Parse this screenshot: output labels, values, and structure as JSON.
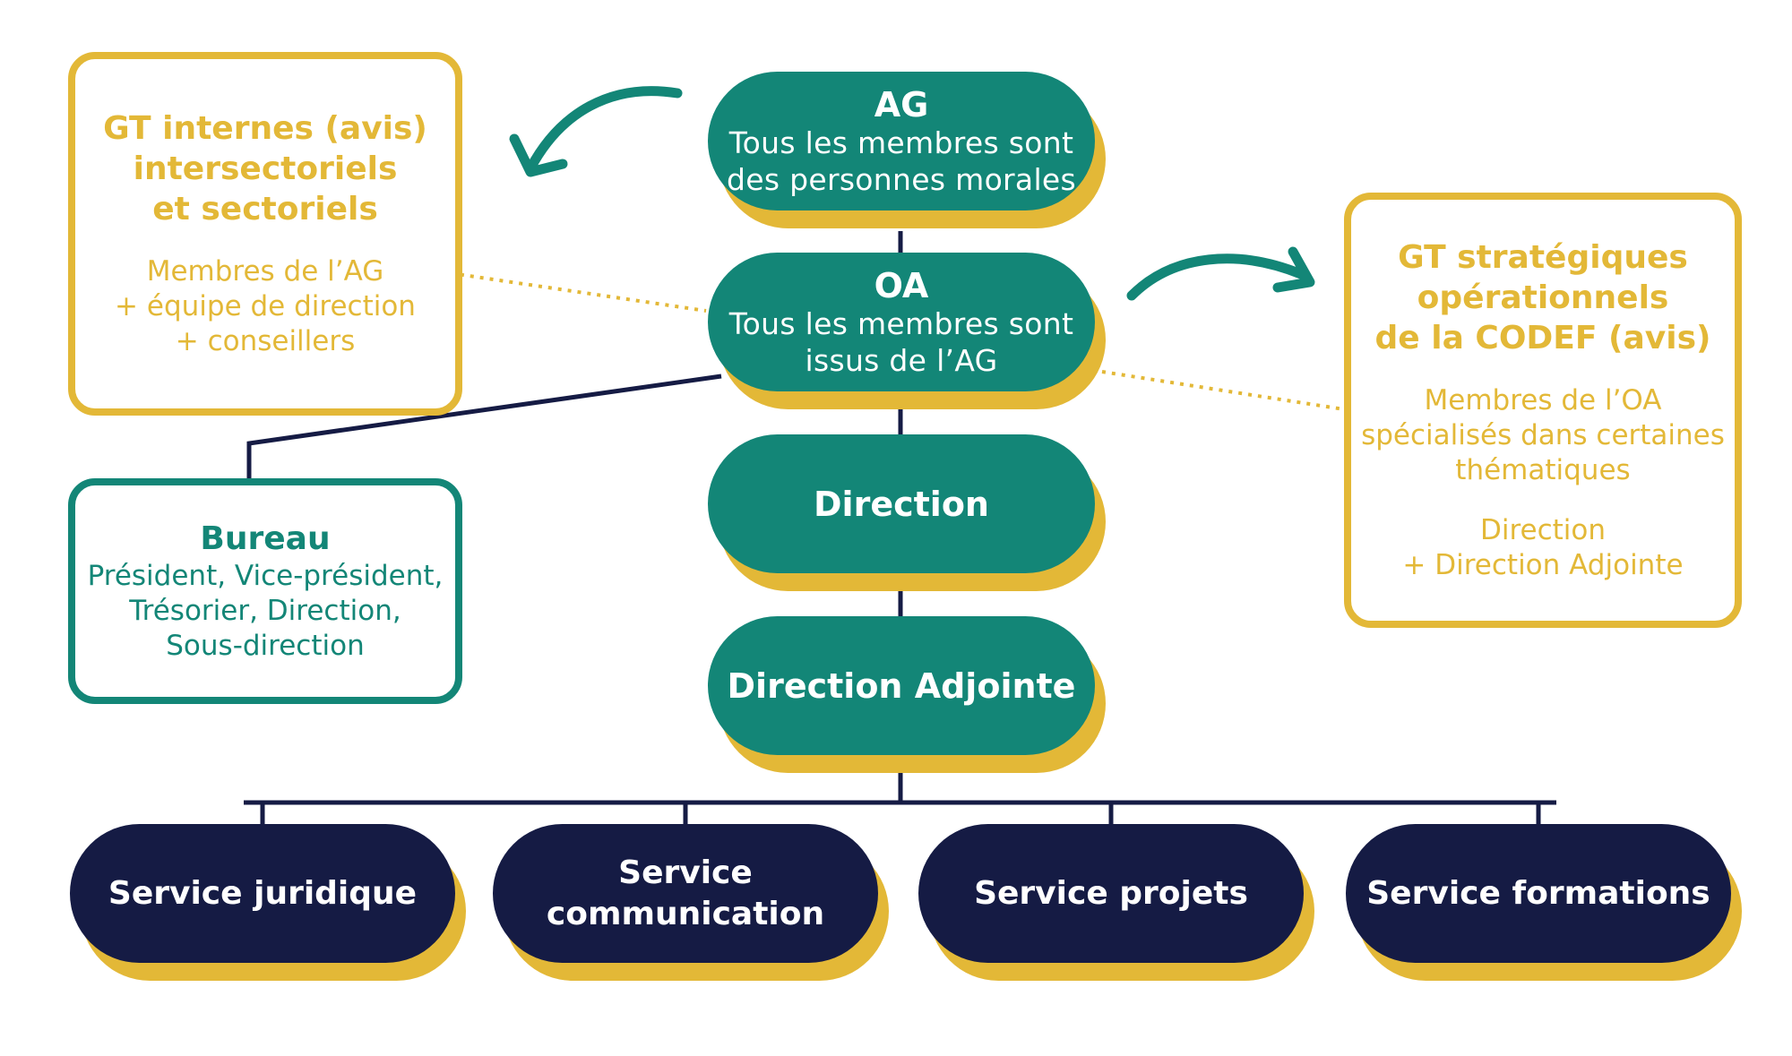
{
  "colors": {
    "teal": "#138677",
    "navy": "#151b44",
    "gold": "#e3b837"
  },
  "nodes": {
    "ag": {
      "title": "AG",
      "lines": [
        "Tous les membres sont",
        "des personnes morales"
      ]
    },
    "oa": {
      "title": "OA",
      "lines": [
        "Tous les membres sont",
        "issus de l’AG"
      ]
    },
    "direction": {
      "title": "Direction"
    },
    "direction_adjointe": {
      "title": "Direction Adjointe"
    }
  },
  "gt_internes": {
    "title": [
      "GT internes (avis)",
      "intersectoriels",
      "et sectoriels"
    ],
    "members": [
      "Membres de l’AG",
      "+ équipe de direction",
      "+ conseillers"
    ]
  },
  "gt_strategiques": {
    "title": [
      "GT stratégiques",
      "opérationnels",
      "de la CODEF (avis)"
    ],
    "members": [
      "Membres de l’OA",
      "spécialisés dans certaines",
      "thématiques"
    ],
    "direction": [
      "Direction",
      "+ Direction Adjointe"
    ]
  },
  "bureau": {
    "title": "Bureau",
    "lines": [
      "Président, Vice-président,",
      "Trésorier, Direction,",
      "Sous-direction"
    ]
  },
  "services": [
    {
      "lines": [
        "Service juridique"
      ]
    },
    {
      "lines": [
        "Service",
        "communication"
      ]
    },
    {
      "lines": [
        "Service projets"
      ]
    },
    {
      "lines": [
        "Service formations"
      ]
    }
  ]
}
